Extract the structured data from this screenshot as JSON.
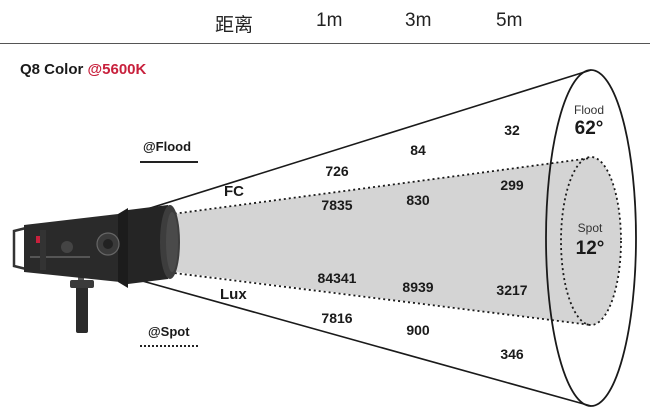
{
  "header": {
    "distance_label": "距离",
    "columns": [
      "1m",
      "3m",
      "5m"
    ]
  },
  "title": {
    "model": "Q8 Color",
    "temperature": "@5600K"
  },
  "legend": {
    "flood": "@Flood",
    "spot": "@Spot"
  },
  "units": {
    "fc": "FC",
    "lux": "Lux"
  },
  "beam": {
    "flood": {
      "label": "Flood",
      "angle": "62°"
    },
    "spot": {
      "label": "Spot",
      "angle": "12°"
    }
  },
  "measurements": {
    "fc_flood": [
      "726",
      "84",
      "32"
    ],
    "fc_spot": [
      "7835",
      "830",
      "299"
    ],
    "lux_spot": [
      "84341",
      "8939",
      "3217"
    ],
    "lux_flood": [
      "7816",
      "900",
      "346"
    ]
  },
  "colors": {
    "accent": "#c8203c",
    "spot_beam": "#d4d4d4",
    "ink": "#1a1a1a"
  }
}
